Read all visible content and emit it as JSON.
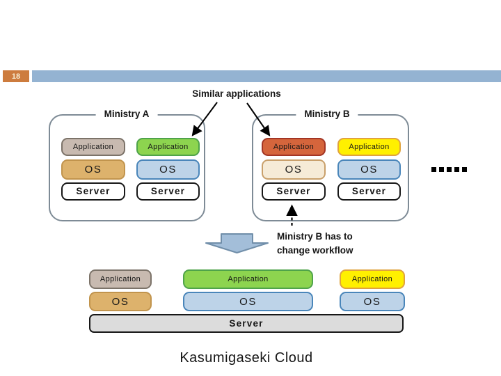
{
  "slide": {
    "page_number": "18",
    "title": "Kasumigaseki Cloud"
  },
  "annotations": {
    "similar_applications": "Similar applications",
    "ministry_b_note": [
      "Ministry B has to",
      "change workflow"
    ]
  },
  "ministry_a": {
    "label": "Ministry A",
    "stacks": [
      {
        "app": "Application",
        "os": "OS",
        "server": "Server"
      },
      {
        "app": "Application",
        "os": "OS",
        "server": "Server"
      }
    ]
  },
  "ministry_b": {
    "label": "Ministry B",
    "stacks": [
      {
        "app": "Application",
        "os": "OS",
        "server": "Server"
      },
      {
        "app": "Application",
        "os": "OS",
        "server": "Server"
      }
    ]
  },
  "cloud": {
    "stacks": [
      {
        "app": "Application",
        "os": "OS"
      },
      {
        "app": "Application",
        "os": "OS"
      },
      {
        "app": "Application",
        "os": "OS"
      }
    ],
    "server": "Server"
  },
  "colors": {
    "header_bar": "#94b3d2",
    "page_badge": "#cd7c3e",
    "legacy_app_taupe": "#c8bab0",
    "legacy_os_tan": "#ddb26c",
    "app_green": "#8dd44f",
    "os_blue": "#bdd3e8",
    "app_red": "#d5653c",
    "os_cream": "#f6ebd7",
    "app_yellow": "#fff000",
    "server_white": "#ffffff",
    "server_gray": "#dcdcdc",
    "container_border": "#7e8b96",
    "block_arrow_fill": "#a3bed9",
    "block_arrow_border": "#708ea9"
  }
}
